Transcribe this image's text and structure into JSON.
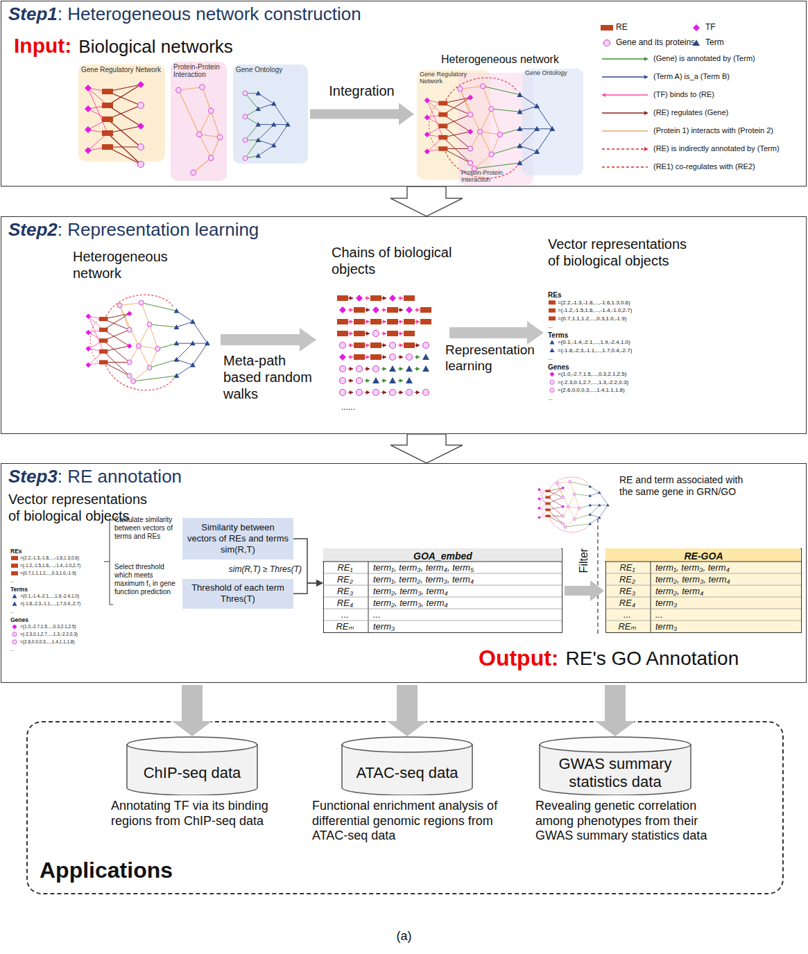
{
  "diagram": {
    "caption": "(a)",
    "nodes": [
      {
        "text": [
          "Step1",
          ": Heterogeneous network construction"
        ]
      },
      {
        "text": [
          "Gene Regulatory Network"
        ],
        "in": 0
      },
      {
        "text": [
          "Protein-Protein Interaction"
        ],
        "in": 0
      },
      {
        "text": [
          "Gene Ontology"
        ],
        "in": 0
      },
      {
        "text": [
          "Heterogeneous network"
        ],
        "in": 0
      },
      {
        "text": [
          "Gene Regulatory Network"
        ],
        "in": 4
      },
      {
        "text": [
          "Protein-Protein Interaction"
        ],
        "in": 4
      },
      {
        "text": [
          "Gene Ontology"
        ],
        "in": 4
      },
      {
        "text": [
          "Step2",
          ": Representation learning"
        ]
      },
      {
        "text": [
          "Step3",
          ": RE annotation"
        ]
      },
      {
        "text": [
          "Similarity between vectors of REs and terms sim(R,T)"
        ],
        "in": 9
      },
      {
        "text": [
          "Threshold of each term Thres(T)"
        ],
        "in": 9
      },
      {
        "text": [
          "GOA_embed"
        ],
        "in": 9
      },
      {
        "text": [
          "RE-GOA"
        ],
        "in": 9
      },
      {
        "text": [
          "Applications"
        ]
      },
      {
        "text": [
          "ChIP-seq data"
        ],
        "in": 14
      },
      {
        "text": [
          "ATAC-seq data"
        ],
        "in": 14
      },
      {
        "text": [
          "GWAS summary statistics data"
        ],
        "in": 14
      }
    ],
    "edges": [
      {
        "from": 3,
        "to": 4,
        "arrow": "to",
        "label": "Integration"
      },
      {
        "from": 0,
        "to": 8,
        "arrow": "to"
      },
      {
        "from": 8,
        "to": 9,
        "arrow": "to"
      },
      {
        "from": 10,
        "to": 12,
        "arrow": "to",
        "label": "sim(R,T) ≥ Thres(T)"
      },
      {
        "from": 11,
        "to": 12,
        "arrow": "to"
      },
      {
        "from": 12,
        "to": 13,
        "arrow": "to",
        "label": "Filter"
      },
      {
        "from": 9,
        "to": 15,
        "arrow": "to"
      },
      {
        "from": 9,
        "to": 16,
        "arrow": "to"
      },
      {
        "from": 9,
        "to": 17,
        "arrow": "to"
      }
    ],
    "labels": [
      "Input:",
      "Biological networks",
      "Heterogeneous network",
      "Meta-path based random walks",
      "Chains of biological objects",
      "......",
      "Representation learning",
      "Vector representations of biological objects",
      "REs",
      "=(2.2,-1.3,-1.8,...,-1.6,1.3,0.6)",
      "=(-1.2,-1.5,1.6,...,-1.4,-1.0,2.7)",
      "=(0.7,1.1,1.2,...,0.3,1.0,-1.9)",
      "...",
      "Terms",
      "=(0.1,-1.4,-2.1,...,1.9,-2.4,1.0)",
      "=(-1.8,-2.3,-1.1,...,1.7,0.4,-2.7)",
      "...",
      "Genes",
      "=(1.0,-2.7,1.5,...,0.3,2.1,2.5)",
      "=(-2.3,0.1,2.7,...,1.3,-2.2,0.3)",
      "=(2.6,0.0,0.3,...,1.4,1.1,1.8)",
      "...",
      "Vector representations of biological objects",
      "REs",
      "=(2.2,-1.3,-1.8,...,-1.6,1.3,0.6)",
      "=(-1.2,-1.5,1.6,...,-1.4,-1.0,2.7)",
      "=(0.7,1.1,1.2,...,0.3,1.0,-1.9)",
      "...",
      "Terms",
      "=(0.1,-1.4,-2.1,...,1.9,-2.4,1.0)",
      "=(-1.8,-2.3,-1.1,...,1.7,0.4,-2.7)",
      "...",
      "Genes",
      "=(1.0,-2.7,1.5,...,0.3,2.1,2.5)",
      "=(-2.3,0.1,2.7,...,1.3,-2.2,0.3)",
      "=(2.6,0.0,0.3,...,1.4,1.1,1.8)",
      "...",
      "Calculate similarity between vectors of terms and REs",
      "Select threshold which meets maximum f₁ in gene function prediction",
      "RE and term associated with the same gene in GRN/GO",
      "RE₁",
      "term₁, term₃, term₄, term₅",
      "RE₂",
      "term₁, term₂, term₃, term₄",
      "RE₃",
      "term₂, term₃, term₄",
      "RE₄",
      "term₂, term₃, term₄",
      "...",
      "...",
      "REₘ",
      "term₃",
      "RE₁",
      "term₁, term₃, term₄",
      "RE₂",
      "term₂, term₃, term₄",
      "RE₃",
      "term₂, term₄",
      "RE₄",
      "term₃",
      "...",
      "...",
      "REₘ",
      "term₃",
      "Output:",
      "RE's GO Annotation",
      "Annotating TF via its binding regions from ChIP-seq data",
      "Functional enrichment analysis of differential genomic regions from ATAC-seq data",
      "Revealing genetic correlation among phenotypes from their GWAS summary statistics data"
    ],
    "legend": [
      {
        "text": "RE",
        "color": "#c0431f"
      },
      {
        "text": "TF"
      },
      {
        "text": "Gene and its proteins"
      },
      {
        "text": "Term"
      },
      {
        "text": "(Gene) is annotated by (Term)"
      },
      {
        "text": "(Term A) is_a (Term B)"
      },
      {
        "text": "(TF) binds to (RE)"
      },
      {
        "text": "(RE) regulates (Gene)"
      },
      {
        "text": "(Protein 1) interacts with (Protein 2)"
      },
      {
        "text": "(RE) is indirectly annotated by (Term)"
      },
      {
        "text": "(RE1) co-regulates with (RE2)"
      }
    ]
  }
}
